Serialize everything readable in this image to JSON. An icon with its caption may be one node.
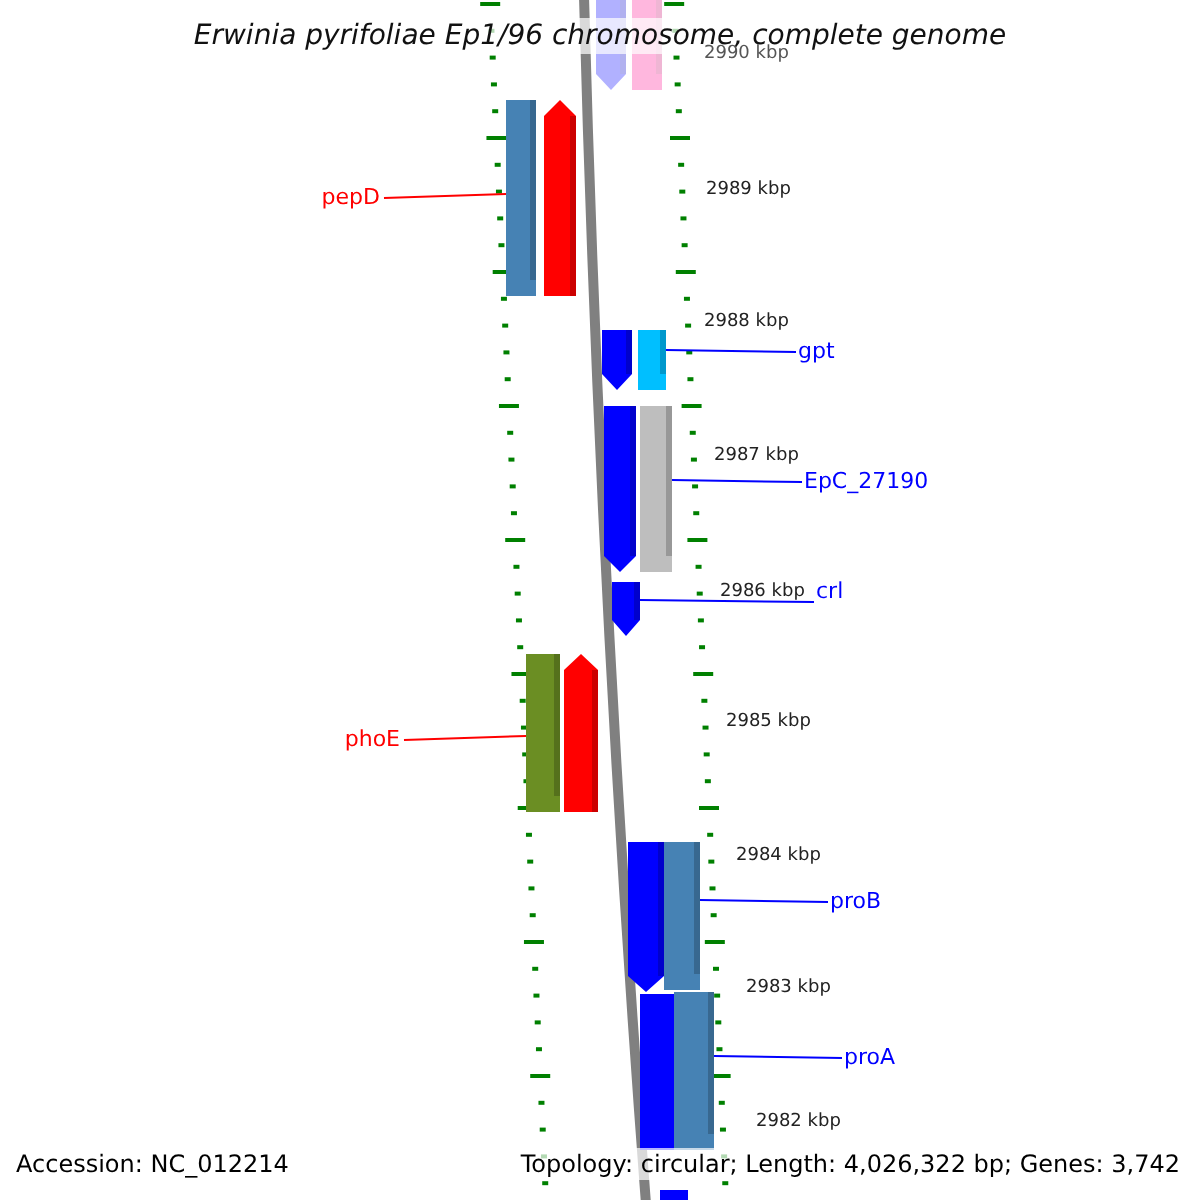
{
  "diagram": {
    "title": "Erwinia pyrifoliae Ep1/96 chromosome, complete genome",
    "nodes": [
      {
        "text": [],
        "shape": "bar"
      },
      {
        "text": [],
        "shape": "bar"
      },
      {
        "text": [
          "pepD"
        ]
      },
      {
        "text": [],
        "shape": "bar"
      },
      {
        "text": [],
        "shape": "bar"
      },
      {
        "text": [],
        "shape": "bar"
      },
      {
        "text": [],
        "shape": "bar"
      },
      {
        "text": [
          "gpt"
        ]
      },
      {
        "text": [],
        "shape": "bar"
      },
      {
        "text": [],
        "shape": "bar"
      },
      {
        "text": [
          "EpC_27190"
        ]
      },
      {
        "text": [],
        "shape": "bar"
      },
      {
        "text": [
          "crl"
        ]
      },
      {
        "text": [],
        "shape": "bar"
      },
      {
        "text": [],
        "shape": "bar"
      },
      {
        "text": [
          "phoE"
        ]
      },
      {
        "text": [],
        "shape": "bar"
      },
      {
        "text": [],
        "shape": "bar"
      },
      {
        "text": [
          "proB"
        ]
      },
      {
        "text": [],
        "shape": "bar"
      },
      {
        "text": [],
        "shape": "bar"
      },
      {
        "text": [
          "proA"
        ]
      },
      {
        "text": [],
        "shape": "bar"
      }
    ],
    "edges": [
      {
        "from": 2,
        "to": 3,
        "arrow": "none",
        "color": "#ff0000"
      },
      {
        "from": 7,
        "to": 6,
        "arrow": "none"
      },
      {
        "from": 10,
        "to": 9,
        "arrow": "none"
      },
      {
        "from": 12,
        "to": 11,
        "arrow": "none"
      },
      {
        "from": 15,
        "to": 13,
        "arrow": "none",
        "color": "#ff0000"
      },
      {
        "from": 18,
        "to": 17,
        "arrow": "none"
      },
      {
        "from": 21,
        "to": 20,
        "arrow": "none"
      }
    ],
    "labels": [
      "2990 kbp",
      "2989 kbp",
      "2988 kbp",
      "2987 kbp",
      "2986 kbp",
      "2985 kbp",
      "2984 kbp",
      "2983 kbp",
      "2982 kbp",
      "Accession: NC_012214",
      "Topology: circular; Length: 4,026,322 bp; Genes: 3,742"
    ]
  }
}
